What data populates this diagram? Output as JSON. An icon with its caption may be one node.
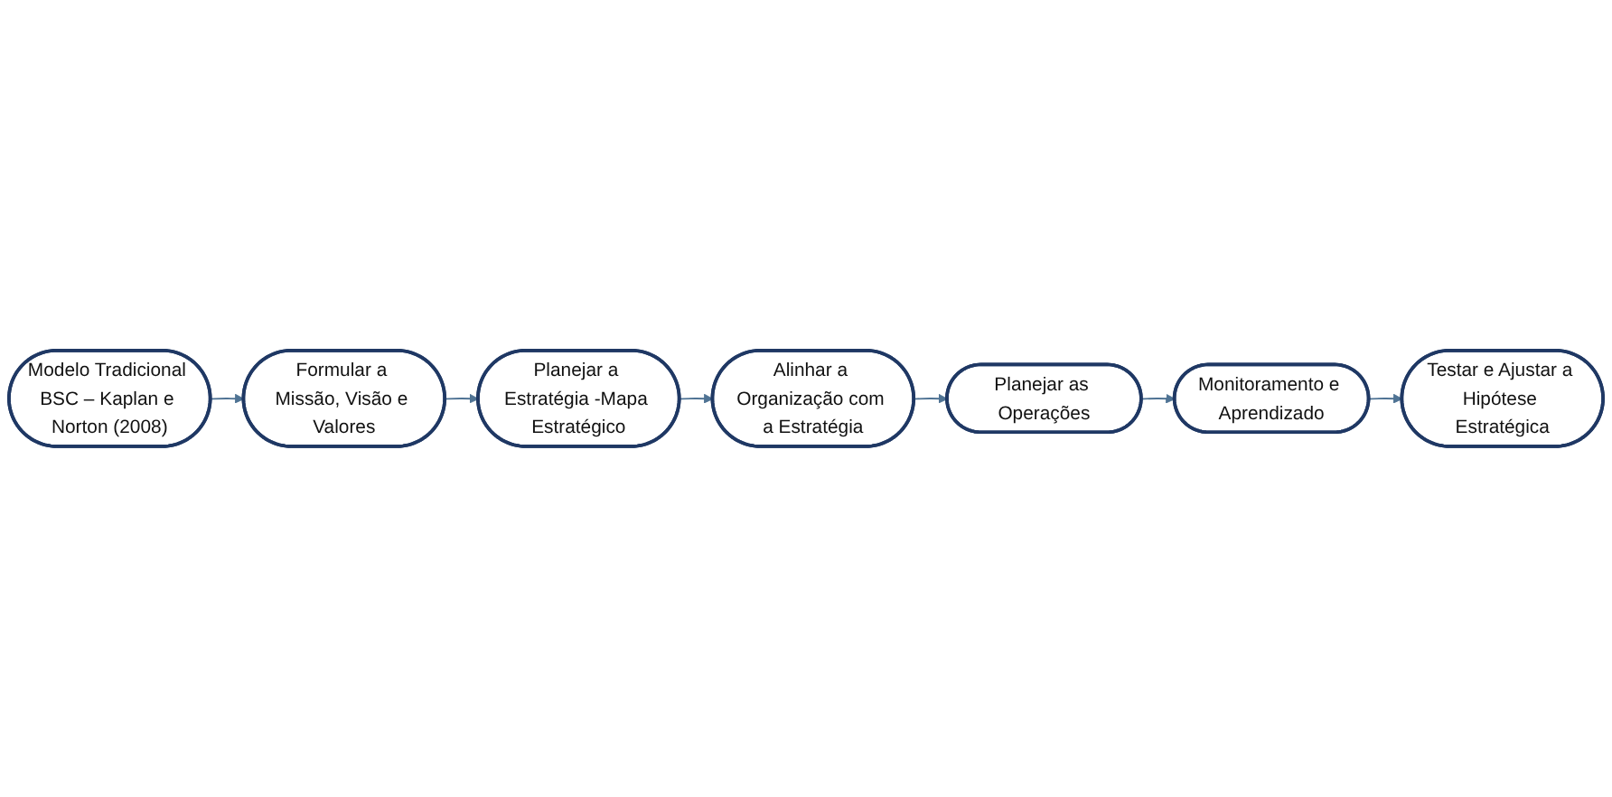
{
  "diagram": {
    "nodes": [
      {
        "text": [
          "Modelo Tradicional BSC – Kaplan e Norton (2008)"
        ]
      },
      {
        "text": [
          "Formular a Missão, Visão e Valores"
        ]
      },
      {
        "text": [
          "Planejar a Estratégia -Mapa Estratégico"
        ]
      },
      {
        "text": [
          "Alinhar a Organização com a Estratégia"
        ]
      },
      {
        "text": [
          "Planejar as Operações"
        ]
      },
      {
        "text": [
          "Monitoramento e Aprendizado"
        ]
      },
      {
        "text": [
          "Testar e Ajustar a Hipótese Estratégica"
        ]
      }
    ],
    "edges": [
      {
        "from": 0,
        "to": 1,
        "arrow": "to"
      },
      {
        "from": 1,
        "to": 2,
        "arrow": "to"
      },
      {
        "from": 2,
        "to": 3,
        "arrow": "to"
      },
      {
        "from": 3,
        "to": 4,
        "arrow": "to"
      },
      {
        "from": 4,
        "to": 5,
        "arrow": "to"
      },
      {
        "from": 5,
        "to": 6,
        "arrow": "to"
      }
    ]
  }
}
